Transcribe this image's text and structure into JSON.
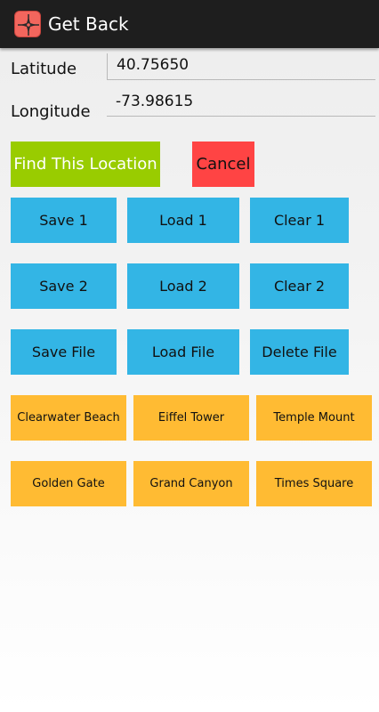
{
  "app": {
    "title": "Get Back",
    "icon": "compass-icon",
    "accent_color": "#1e1e1e"
  },
  "fields": {
    "latitude_label": "Latitude",
    "latitude_value": "40.75650",
    "longitude_label": "Longitude",
    "longitude_value": "-73.98615"
  },
  "actions": {
    "find_label": "Find This Location",
    "cancel_label": "Cancel"
  },
  "slots": [
    {
      "save": "Save 1",
      "load": "Load 1",
      "clear": "Clear 1"
    },
    {
      "save": "Save 2",
      "load": "Load 2",
      "clear": "Clear 2"
    }
  ],
  "file": {
    "save": "Save File",
    "load": "Load File",
    "delete": "Delete File"
  },
  "presets": [
    "Clearwater Beach",
    "Eiffel Tower",
    "Temple Mount",
    "Golden Gate",
    "Grand Canyon",
    "Times Square"
  ],
  "colors": {
    "blue": "#33b5e5",
    "orange": "#ffbb33",
    "green": "#99cc00",
    "red": "#ff4444"
  }
}
